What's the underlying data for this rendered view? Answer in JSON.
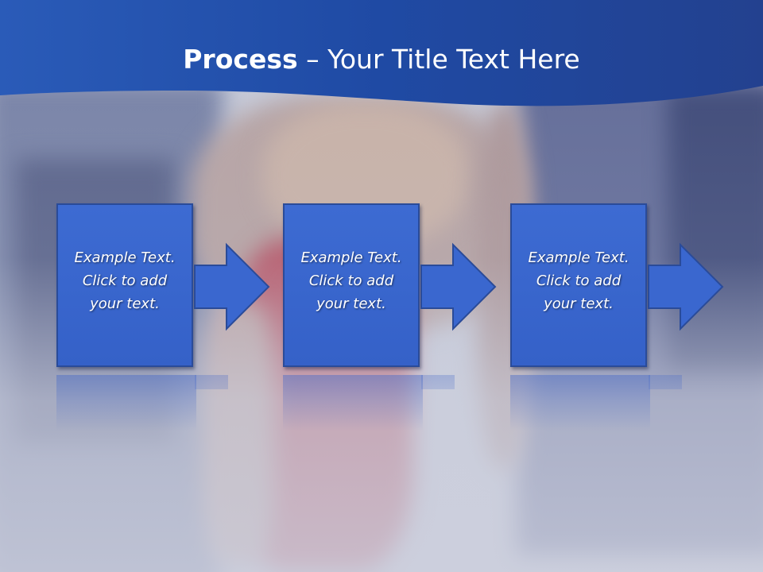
{
  "slide": {
    "title_strong": "Process",
    "title_rest": " – Your Title Text Here"
  },
  "steps": [
    {
      "line1": "Example Text.",
      "line2": "Click  to add",
      "line3": "your text."
    },
    {
      "line1": "Example Text.",
      "line2": "Click  to add",
      "line3": "your text."
    },
    {
      "line1": "Example Text.",
      "line2": "Click  to add",
      "line3": "your text."
    }
  ],
  "colors": {
    "title_band": "#2451ad",
    "step_fill": "#3a67cf",
    "step_border": "#2a4b99",
    "title_text": "#ffffff"
  }
}
